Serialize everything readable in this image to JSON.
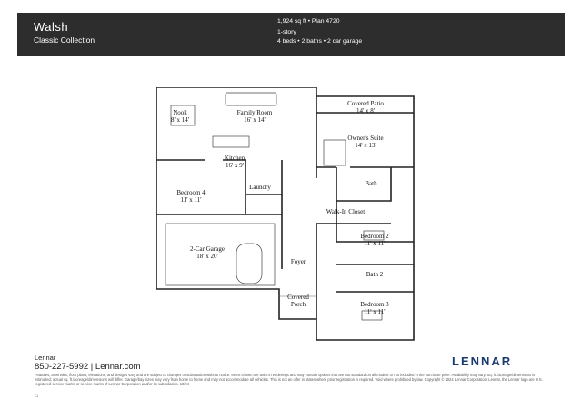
{
  "header": {
    "plan_name": "Walsh",
    "collection": "Classic Collection",
    "specs": [
      "1,924 sq ft • Plan 4720",
      "1-story",
      "4 beds • 2 baths • 2 car garage"
    ]
  },
  "rooms": {
    "nook": {
      "name": "Nook",
      "size": "8' x 14'"
    },
    "family_room": {
      "name": "Family Room",
      "size": "16' x 14'"
    },
    "covered_patio": {
      "name": "Covered Patio",
      "size": "14' x 8'"
    },
    "owners_suite": {
      "name": "Owner's Suite",
      "size": "14' x 13'"
    },
    "kitchen": {
      "name": "Kitchen",
      "size": "16' x 9'"
    },
    "bath": {
      "name": "Bath"
    },
    "bedroom4": {
      "name": "Bedroom 4",
      "size": "11' x 11'"
    },
    "laundry": {
      "name": "Laundry"
    },
    "walkin_closet": {
      "name": "Walk-In Closet"
    },
    "bedroom2": {
      "name": "Bedroom 2",
      "size": "11' x 11'"
    },
    "garage": {
      "name": "2-Car Garage",
      "size": "18' x 20'"
    },
    "foyer": {
      "name": "Foyer"
    },
    "bath2": {
      "name": "Bath 2"
    },
    "covered_porch": {
      "name1": "Covered",
      "name2": "Porch"
    },
    "bedroom3": {
      "name": "Bedroom 3",
      "size": "11' x 11'"
    }
  },
  "footer": {
    "company": "Lennar",
    "contact": "850-227-5992 | Lennar.com",
    "logo_text": "LENNAR",
    "disclaimer": "Features, amenities, floor plans, elevations, and designs vary and are subject to changes or substitution without notice. Items shown are artist's renderings and may contain options that are not standard on all models or not included in the purchase price. Availability may vary. Sq. ft./acreage/dimensions is estimated; actual sq. ft./acreage/dimensions will differ. Garage/bay sizes may vary from home to home and may not accommodate all vehicles. This is not an offer in states where prior registration is required. Void where prohibited by law. Copyright © 2024 Lennar Corporation. Lennar, the Lennar logo are U.S. registered service marks or service marks of Lennar Corporation and/or its subsidiaries. 10/24",
    "eho_icon": "equal-housing-icon"
  }
}
